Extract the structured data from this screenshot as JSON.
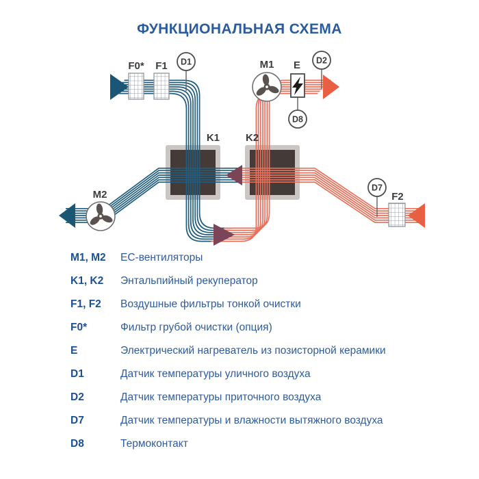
{
  "title": "ФУНКЦИОНАЛЬНАЯ СХЕМА",
  "diagram": {
    "labels": {
      "f0": "F0*",
      "f1": "F1",
      "f2": "F2",
      "m1": "M1",
      "m2": "M2",
      "k1": "K1",
      "k2": "K2",
      "e": "E",
      "d1": "D1",
      "d2": "D2",
      "d7": "D7",
      "d8": "D8"
    },
    "colors": {
      "cold_flow_blue": "#215d7e",
      "warm_flow_orange": "#e8705a",
      "flow_transition_purple": "#7b4557",
      "arrow_blue": "#1b5674",
      "arrow_orange": "#e95f43",
      "recuperator_fill": "#443b39",
      "recuperator_border": "#cbc5c3",
      "title_blue": "#2a5b9e"
    }
  },
  "legend": {
    "rows": [
      {
        "key": "M1, M2",
        "desc": "ЕС-вентиляторы"
      },
      {
        "key": "K1, K2",
        "desc": "Энтальпийный рекуператор"
      },
      {
        "key": "F1, F2",
        "desc": "Воздушные фильтры тонкой очистки"
      },
      {
        "key": "F0*",
        "desc": "Фильтр грубой очистки (опция)"
      },
      {
        "key": "E",
        "desc": "Электрический нагреватель из позисторной керамики"
      },
      {
        "key": "D1",
        "desc": "Датчик температуры уличного воздуха"
      },
      {
        "key": "D2",
        "desc": "Датчик температуры приточного воздуха"
      },
      {
        "key": "D7",
        "desc": "Датчик температуры и влажности вытяжного воздуха"
      },
      {
        "key": "D8",
        "desc": "Термоконтакт"
      }
    ]
  }
}
